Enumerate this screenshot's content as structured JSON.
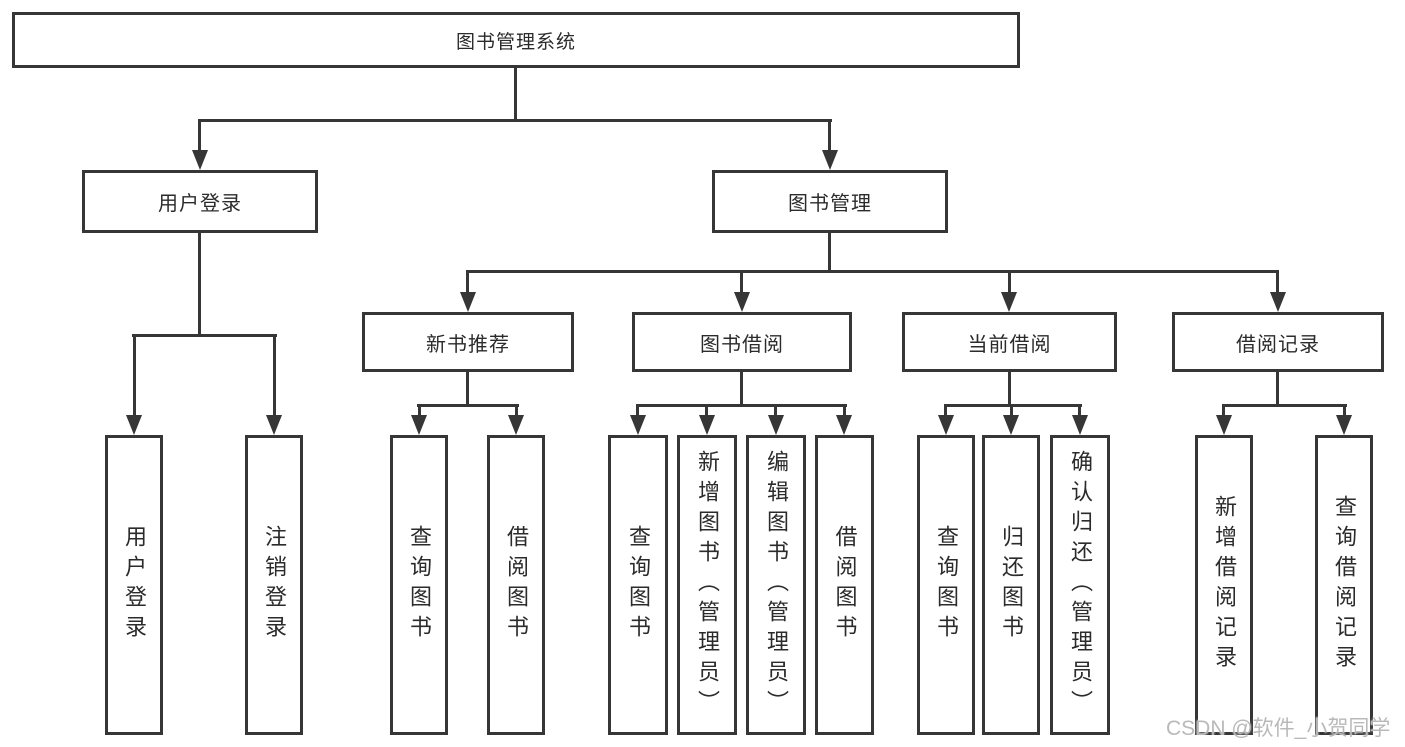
{
  "tree": {
    "root": {
      "label": "图书管理系统",
      "children": [
        {
          "label": "用户登录",
          "children": [
            {
              "label": "用户登录"
            },
            {
              "label": "注销登录"
            }
          ]
        },
        {
          "label": "图书管理",
          "children": [
            {
              "label": "新书推荐",
              "children": [
                {
                  "label": "查询图书"
                },
                {
                  "label": "借阅图书"
                }
              ]
            },
            {
              "label": "图书借阅",
              "children": [
                {
                  "label": "查询图书"
                },
                {
                  "label": "新增图书（管理员）"
                },
                {
                  "label": "编辑图书（管理员）"
                },
                {
                  "label": "借阅图书"
                }
              ]
            },
            {
              "label": "当前借阅",
              "children": [
                {
                  "label": "查询图书"
                },
                {
                  "label": "归还图书"
                },
                {
                  "label": "确认归还（管理员）"
                }
              ]
            },
            {
              "label": "借阅记录",
              "children": [
                {
                  "label": "新增借阅记录"
                },
                {
                  "label": "查询借阅记录"
                }
              ]
            }
          ]
        }
      ]
    }
  },
  "watermark": {
    "text": "CSDN @软件_小贺同学"
  },
  "colors": {
    "line": "#363636",
    "box_border": "#363636",
    "text": "#2b2b2b",
    "watermark": "#b9b9b9"
  }
}
